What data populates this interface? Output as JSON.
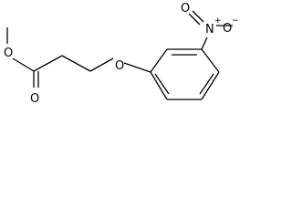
{
  "molecule": {
    "atoms": {
      "ester_oxygen": "O",
      "carbonyl_oxygen": "O",
      "ether_oxygen": "O",
      "nitrogen": "N",
      "nitro_oxygen_top": "O",
      "nitro_oxygen_right": "O"
    },
    "charges": {
      "nitrogen": "+",
      "nitro_oxygen_right": "−"
    },
    "colors": {
      "bond": "#000000",
      "label": "#000000",
      "background": "#ffffff"
    }
  }
}
